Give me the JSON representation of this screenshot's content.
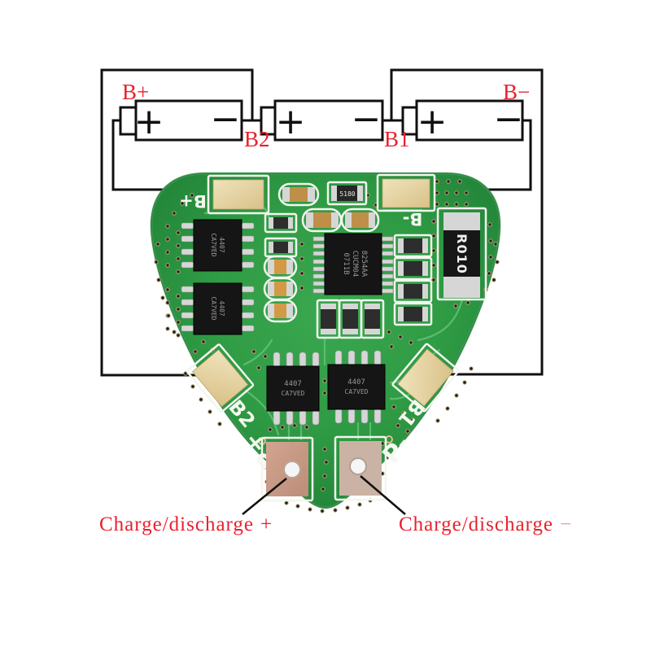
{
  "colors": {
    "annotation_red": "#e8212e",
    "annotation_pink_minus": "#f2979f",
    "board_green": "#2f9b44",
    "pad_gold": "#e0cf9d",
    "pad_copper": "#c79a86",
    "wire_black": "#101010",
    "silkscreen_white": "#f4f8f0"
  },
  "battery_bank": {
    "label_b_plus": "B+",
    "label_b2": "B2",
    "label_b1": "B1",
    "label_b_minus": "B−",
    "plus": "+",
    "minus": "−"
  },
  "pcb": {
    "silk_b_plus": "B+",
    "silk_b_minus": "B-",
    "silk_b2": "B2",
    "silk_b1": "B1",
    "silk_p_plus": "P+",
    "silk_p_minus": "P-",
    "main_ic": {
      "line1": "8254AA",
      "line2": "CUCM04",
      "line3": "0711B"
    },
    "mosfet": {
      "line1": "4407",
      "line2": "CA7VED"
    },
    "shunt": "R010",
    "resistor_marking": "5180"
  },
  "annotations": {
    "charge_plus_text": "Charge/discharge",
    "charge_plus_sign": "+",
    "charge_minus_text": "Charge/discharge",
    "charge_minus_sign": "−"
  }
}
